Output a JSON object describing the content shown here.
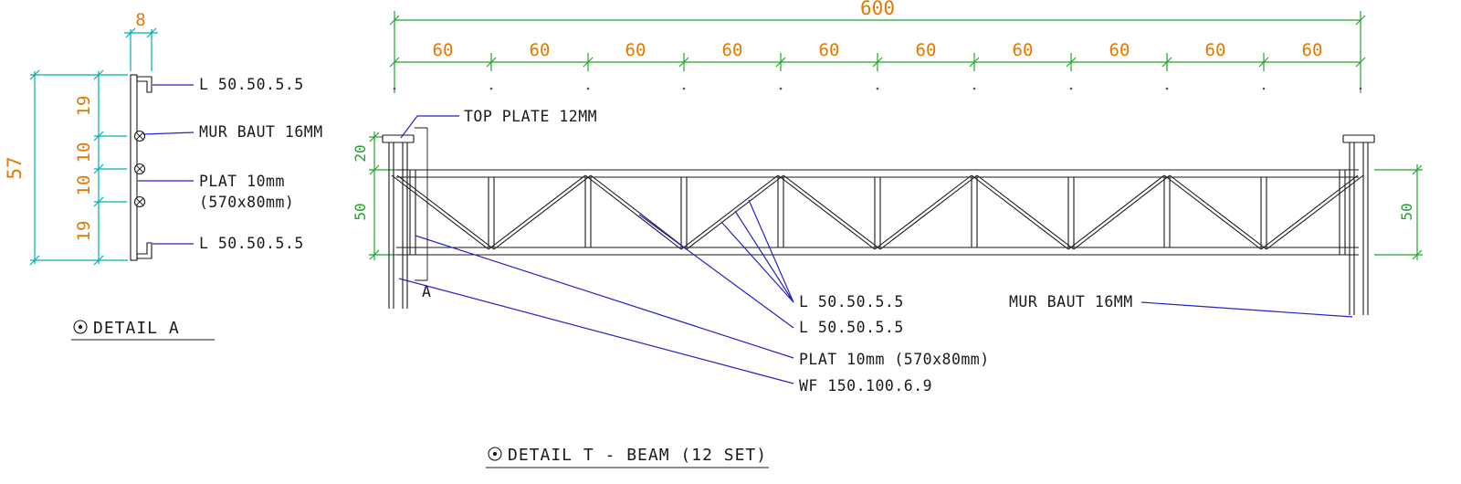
{
  "colors": {
    "green": "#22A52B",
    "cyan": "#00AEB3",
    "orange": "#E07B00",
    "blue": "#2323C8",
    "ink": "#1A1A1A"
  },
  "detail_a": {
    "title": "DETAIL A",
    "dims": {
      "width": "8",
      "total": "57",
      "segments": [
        "19",
        "10",
        "10",
        "19"
      ]
    },
    "labels": {
      "angle_top": "L 50.50.5.5",
      "bolt": "MUR BAUT 16MM",
      "plate_line1": "PLAT 10mm",
      "plate_line2": "(570x80mm)",
      "angle_bottom": "L 50.50.5.5"
    }
  },
  "beam": {
    "title": "DETAIL T - BEAM (12 SET)",
    "dims": {
      "total": "600",
      "segments": [
        "60",
        "60",
        "60",
        "60",
        "60",
        "60",
        "60",
        "60",
        "60",
        "60"
      ],
      "top_offset": "20",
      "depth_left": "50",
      "depth_right": "50"
    },
    "labels": {
      "top_plate": "TOP PLATE 12MM",
      "section_mark": "A",
      "angle_1": "L 50.50.5.5",
      "angle_2": "L 50.50.5.5",
      "plate": "PLAT 10mm (570x80mm)",
      "wf": "WF 150.100.6.9",
      "bolt": "MUR BAUT 16MM"
    }
  }
}
